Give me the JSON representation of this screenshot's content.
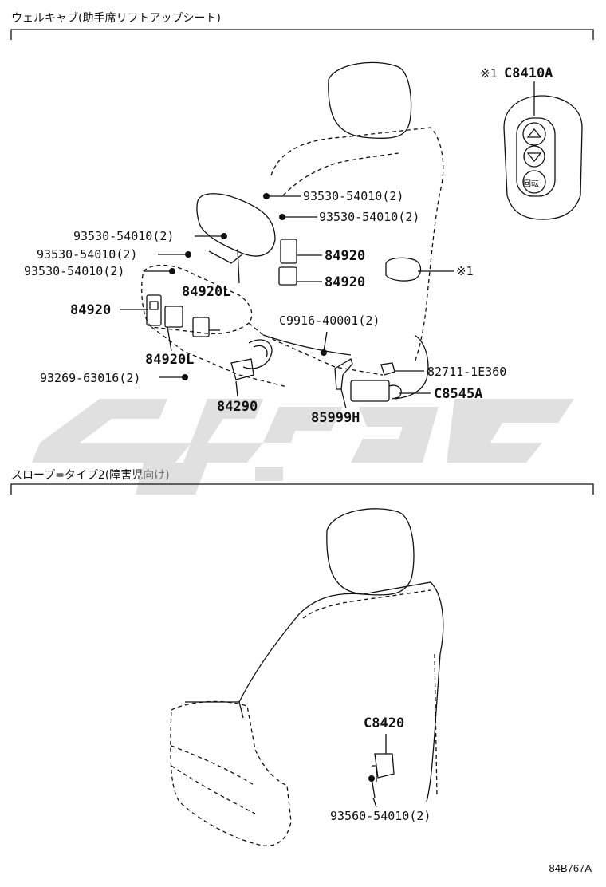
{
  "sections": [
    {
      "title": "ウェルキャブ(助手席リフトアップシート)"
    },
    {
      "title": "スロープ=タイプ2(障害児向け)"
    }
  ],
  "labels": {
    "c8410a": "C8410A",
    "ref1_top": "※1",
    "ref1_mid": "※1",
    "remote_button_text": "回転",
    "b1": "93530-54010(2)",
    "b2": "93530-54010(2)",
    "b3": "93530-54010(2)",
    "b4": "93530-54010(2)",
    "b5": "93530-54010(2)",
    "p84920_a": "84920",
    "p84920_b": "84920",
    "p84920_c": "84920",
    "p84920l_a": "84920L",
    "p84920l_b": "84920L",
    "c9916": "C9916-40001(2)",
    "p82711": "82711-1E360",
    "c8545a": "C8545A",
    "b93269": "93269-63016(2)",
    "p84290": "84290",
    "p85999h": "85999H",
    "c8420": "C8420",
    "b93560": "93560-54010(2)"
  },
  "drawing_id": "84B767A",
  "colors": {
    "line": "#111111",
    "watermark": "#c8c8c8"
  }
}
